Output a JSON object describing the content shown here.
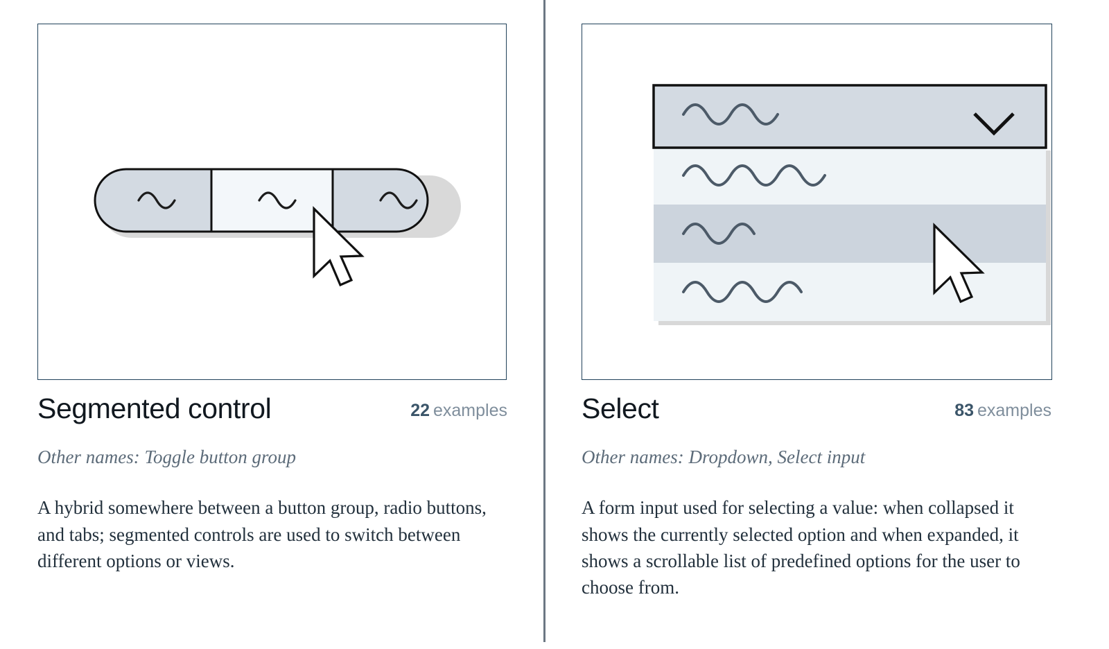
{
  "page": {
    "background_color": "#ffffff",
    "divider_color": "#6c7783",
    "card_border_color": "#20415a",
    "accent_count_color": "#3b5569",
    "muted_text_color": "#7f8e9c",
    "body_text_color": "#22303c",
    "other_names_color": "#5c6b79"
  },
  "columns": [
    {
      "id": "segmented-control",
      "illustration": {
        "name": "segmented-control-illustration",
        "kind": "segmented-control",
        "cursor": "arrow-cursor",
        "segments": [
          {
            "state": "inactive",
            "fill": "#d3dae2",
            "squiggle": "wave-glyph"
          },
          {
            "state": "active",
            "fill": "#f3f7fa",
            "squiggle": "wave-glyph"
          },
          {
            "state": "inactive",
            "fill": "#d3dae2",
            "squiggle": "wave-glyph"
          }
        ],
        "stroke": "#111111",
        "shadow": "#d8d8d8"
      },
      "title": "Segmented control",
      "examples_number": "22",
      "examples_word": "examples",
      "other_names": "Other names: Toggle button group",
      "description": "A hybrid somewhere between a button group, radio buttons, and tabs; segmented controls are used to switch between different options or views."
    },
    {
      "id": "select",
      "illustration": {
        "name": "select-illustration",
        "kind": "select-dropdown",
        "cursor": "arrow-cursor",
        "trigger": {
          "fill": "#d3dae2",
          "stroke": "#111111",
          "chevron": "chevron-down-icon",
          "squiggle": "wave-glyph"
        },
        "options": [
          {
            "state": "normal",
            "fill": "#eff4f7",
            "squiggle": "wave-glyph"
          },
          {
            "state": "highlighted",
            "fill": "#ccd4dd",
            "squiggle": "wave-glyph"
          },
          {
            "state": "normal",
            "fill": "#eff4f7",
            "squiggle": "wave-glyph"
          }
        ],
        "shadow": "#d8d8d8"
      },
      "title": "Select",
      "examples_number": "83",
      "examples_word": "examples",
      "other_names": "Other names: Dropdown, Select input",
      "description": "A form input used for selecting a value: when collapsed it shows the currently selected option and when expanded, it shows a scrollable list of predefined options for the user to choose from."
    }
  ]
}
